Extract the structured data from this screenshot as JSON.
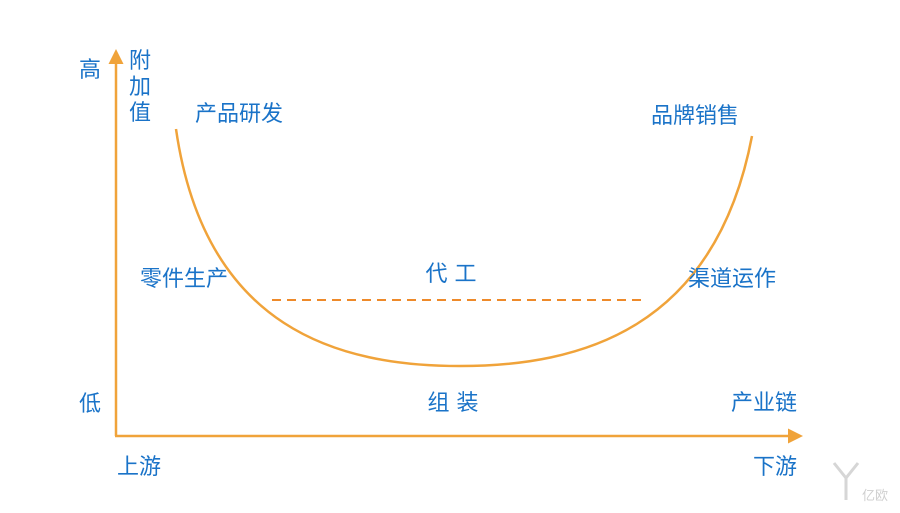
{
  "colors": {
    "text": "#1a73c8",
    "axis": "#f0a33a",
    "curve": "#f0a33a",
    "dashed": "#ee8a2a",
    "watermark": "#d6d6d6"
  },
  "y_axis": {
    "high": "高",
    "label_chars": [
      "附",
      "加",
      "值"
    ],
    "low": "低"
  },
  "x_axis": {
    "label": "产业链",
    "left": "上游",
    "right": "下游"
  },
  "curve_labels": {
    "top_left": "产品研发",
    "top_right": "品牌销售",
    "mid_left": "零件生产",
    "mid_right": "渠道运作",
    "center": "代 工",
    "bottom": "组 装"
  },
  "watermark": {
    "text": "亿欧",
    "icon": "yiou-logo-icon"
  }
}
